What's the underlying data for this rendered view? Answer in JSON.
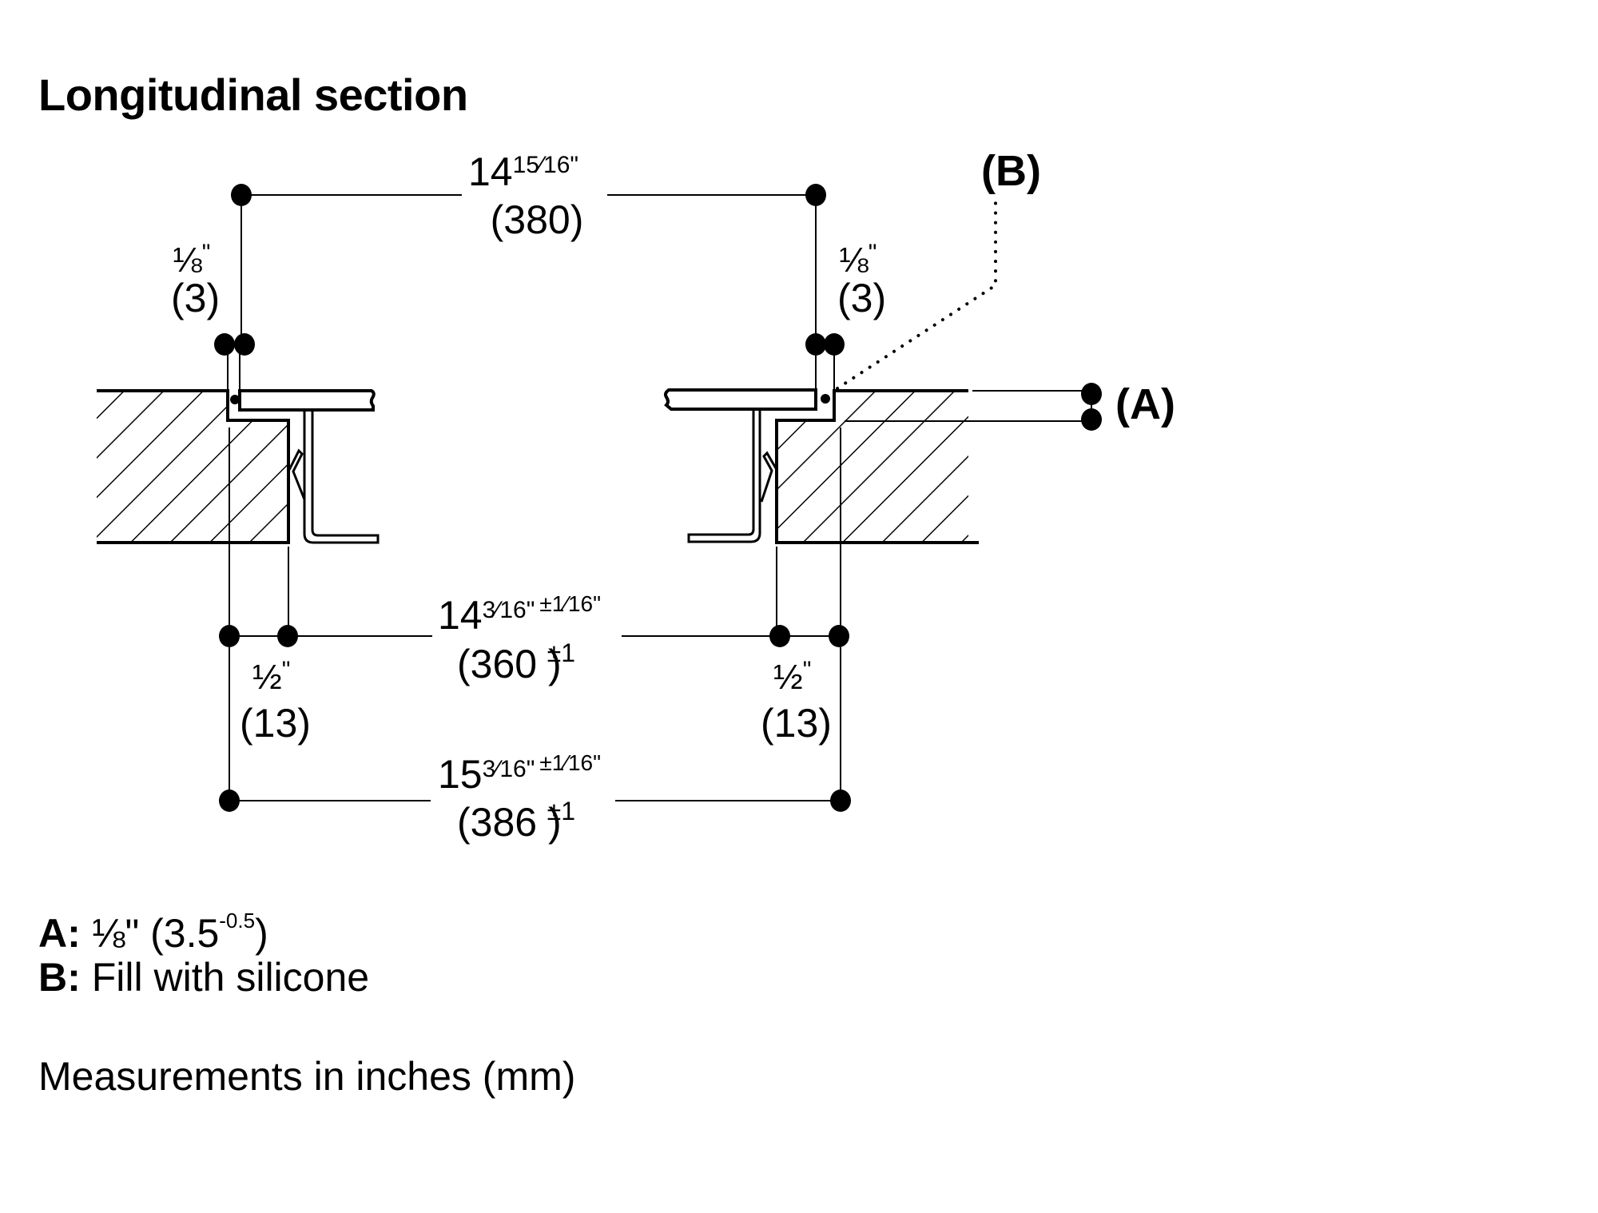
{
  "title": "Longitudinal section",
  "dimensions": {
    "top_width": {
      "inch": "14",
      "inch_frac": "15⁄16",
      "unit": "\"",
      "mm": "(380)"
    },
    "left_gap": {
      "inch": "⅛",
      "unit": "\"",
      "mm": "(3)"
    },
    "right_gap": {
      "inch": "⅛",
      "unit": "\"",
      "mm": "(3)"
    },
    "cutout_width": {
      "inch": "14",
      "inch_frac": "3⁄16",
      "unit": "\"",
      "tol_inch": "±1⁄16\"",
      "mm": "(360 )",
      "tol_mm": "±1"
    },
    "left_offset": {
      "inch": "½",
      "unit": "\"",
      "mm": "(13)"
    },
    "right_offset": {
      "inch": "½",
      "unit": "\"",
      "mm": "(13)"
    },
    "overall_width": {
      "inch": "15",
      "inch_frac": "3⁄16",
      "unit": "\"",
      "tol_inch": "±1⁄16\"",
      "mm": "(386 )",
      "tol_mm": "±1"
    }
  },
  "callouts": {
    "a": "(A)",
    "b": "(B)"
  },
  "legend": [
    {
      "key": "A:",
      "text": "⅛\" (3.5",
      "sup": "-0.5",
      "tail": ")"
    },
    {
      "key": "B:",
      "text": "Fill with silicone",
      "sup": "",
      "tail": ""
    }
  ],
  "note": "Measurements in inches (mm)",
  "colors": {
    "line": "#000000",
    "background": "#ffffff"
  }
}
